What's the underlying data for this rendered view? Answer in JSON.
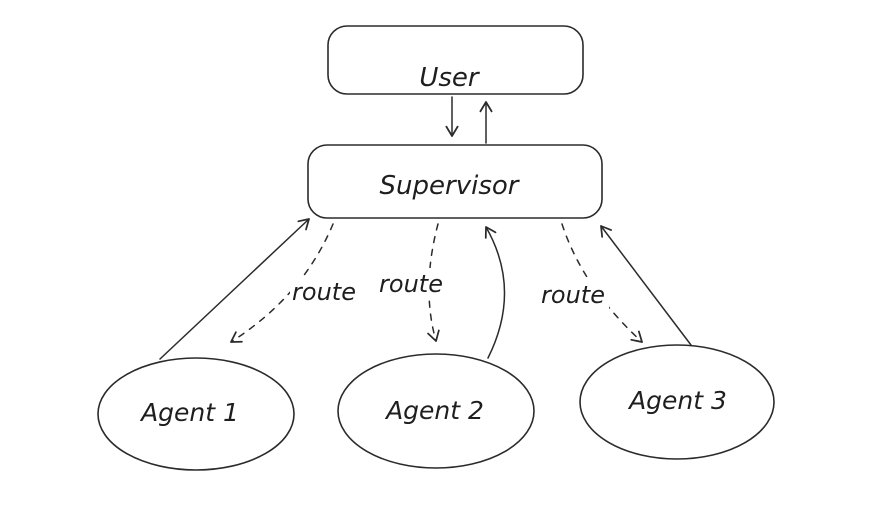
{
  "diagram": {
    "type": "flowchart",
    "style": "hand-drawn",
    "background_color": "#ffffff",
    "stroke_color": "#1e1e1e",
    "nodes": [
      {
        "id": "user",
        "label": "User",
        "shape": "rounded-rectangle"
      },
      {
        "id": "supervisor",
        "label": "Supervisor",
        "shape": "rounded-rectangle"
      },
      {
        "id": "agent1",
        "label": "Agent 1",
        "shape": "ellipse"
      },
      {
        "id": "agent2",
        "label": "Agent 2",
        "shape": "ellipse"
      },
      {
        "id": "agent3",
        "label": "Agent 3",
        "shape": "ellipse"
      }
    ],
    "edges": [
      {
        "from": "user",
        "to": "supervisor",
        "style": "solid",
        "label": ""
      },
      {
        "from": "supervisor",
        "to": "user",
        "style": "solid",
        "label": ""
      },
      {
        "from": "agent1",
        "to": "supervisor",
        "style": "solid",
        "label": ""
      },
      {
        "from": "agent2",
        "to": "supervisor",
        "style": "solid",
        "label": ""
      },
      {
        "from": "agent3",
        "to": "supervisor",
        "style": "solid",
        "label": ""
      },
      {
        "from": "supervisor",
        "to": "agent1",
        "style": "dashed",
        "label": "route"
      },
      {
        "from": "supervisor",
        "to": "agent2",
        "style": "dashed",
        "label": "route"
      },
      {
        "from": "supervisor",
        "to": "agent3",
        "style": "dashed",
        "label": "route"
      }
    ]
  }
}
